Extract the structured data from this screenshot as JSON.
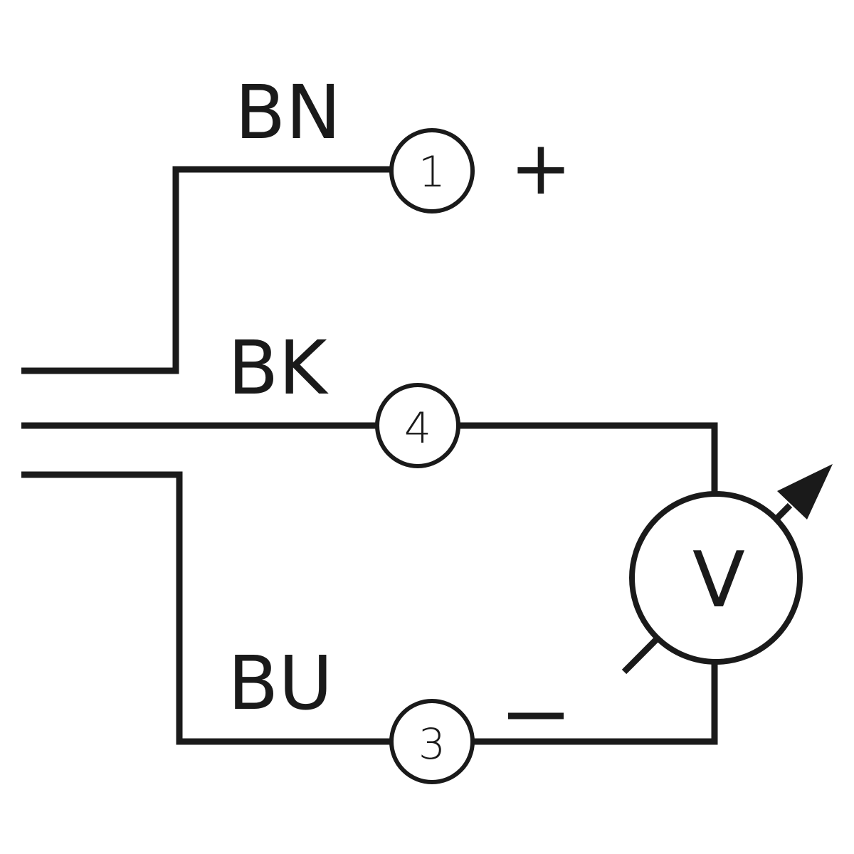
{
  "wires": {
    "brown": {
      "label": "BN",
      "terminal": "1",
      "polarity": "+"
    },
    "black": {
      "label": "BK",
      "terminal": "4"
    },
    "blue": {
      "label": "BU",
      "terminal": "3",
      "polarity": "−"
    }
  },
  "meter": {
    "label": "V"
  },
  "colors": {
    "stroke": "#1a1a1a",
    "background": "#ffffff"
  }
}
